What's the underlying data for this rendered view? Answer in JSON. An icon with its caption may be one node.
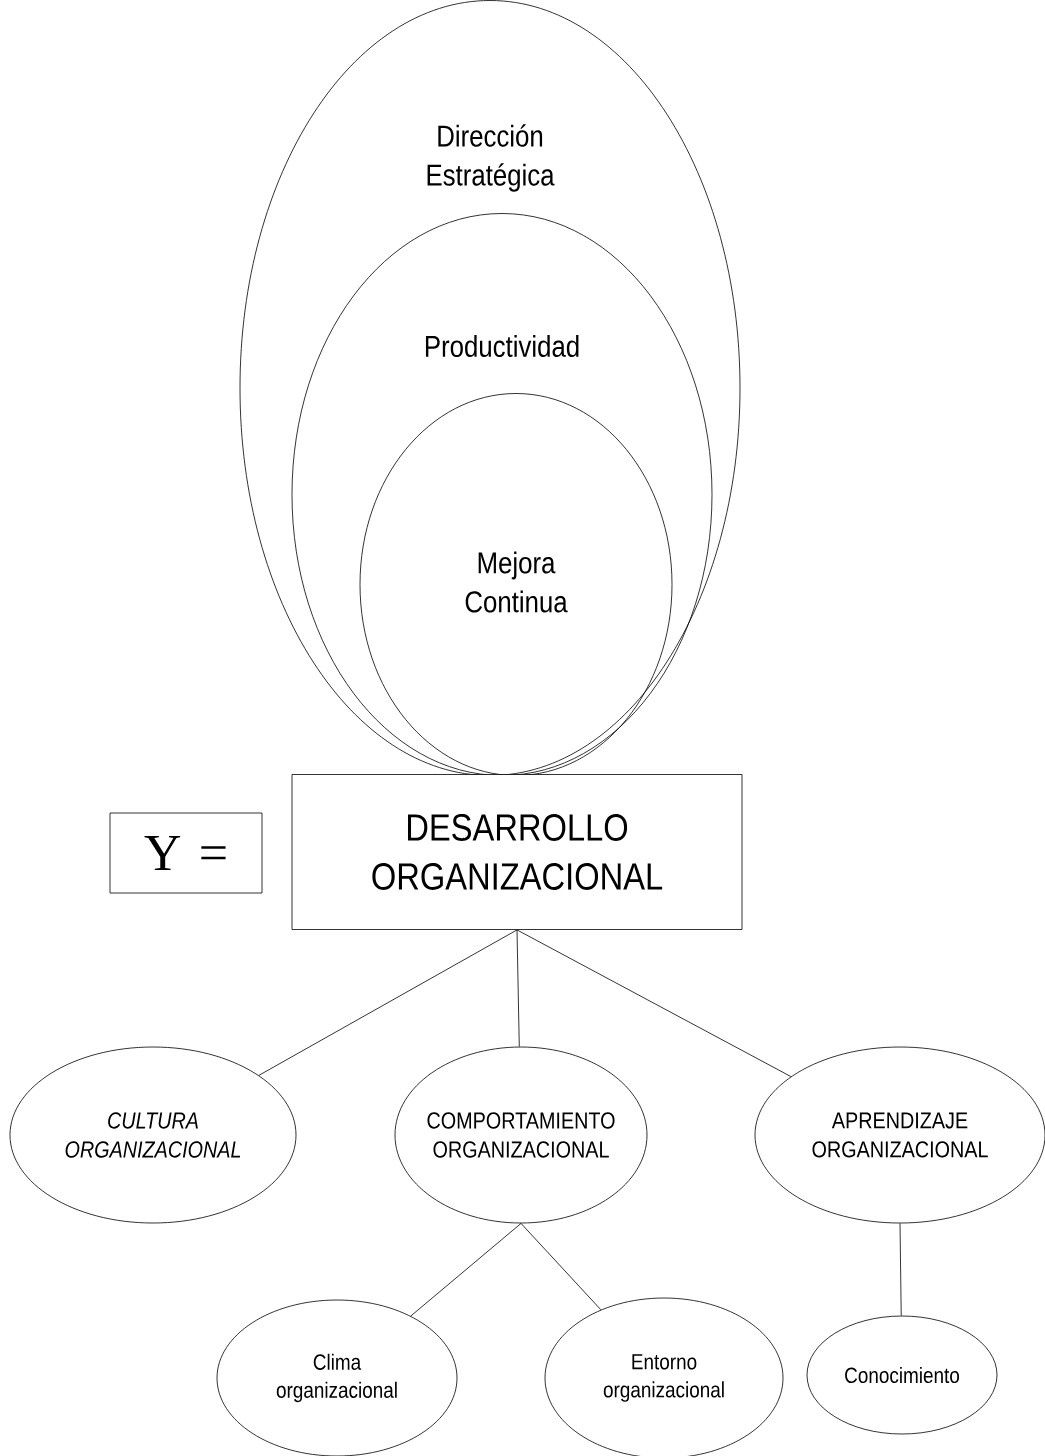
{
  "diagram": {
    "nodes": [
      {
        "text": [
          "Dirección Estratégica"
        ]
      },
      {
        "text": [
          "Productividad"
        ],
        "in": 0
      },
      {
        "text": [
          "Mejora Continua"
        ],
        "in": 1
      },
      {
        "text": [
          "Y ="
        ]
      },
      {
        "text": [
          "DESARROLLO ORGANIZACIONAL"
        ]
      },
      {
        "text": [
          "CULTURA ORGANIZACIONAL"
        ]
      },
      {
        "text": [
          "COMPORTAMIENTO ORGANIZACIONAL"
        ]
      },
      {
        "text": [
          "APRENDIZAJE ORGANIZACIONAL"
        ]
      },
      {
        "text": [
          "Clima organizacional"
        ]
      },
      {
        "text": [
          "Entorno organizacional"
        ]
      },
      {
        "text": [
          "Conocimiento"
        ]
      }
    ],
    "edges": [
      {
        "from": 4,
        "to": 5,
        "arrow": "none"
      },
      {
        "from": 4,
        "to": 6,
        "arrow": "none"
      },
      {
        "from": 4,
        "to": 7,
        "arrow": "none"
      },
      {
        "from": 6,
        "to": 8,
        "arrow": "none"
      },
      {
        "from": 6,
        "to": 9,
        "arrow": "none"
      },
      {
        "from": 7,
        "to": 10,
        "arrow": "none"
      }
    ]
  }
}
